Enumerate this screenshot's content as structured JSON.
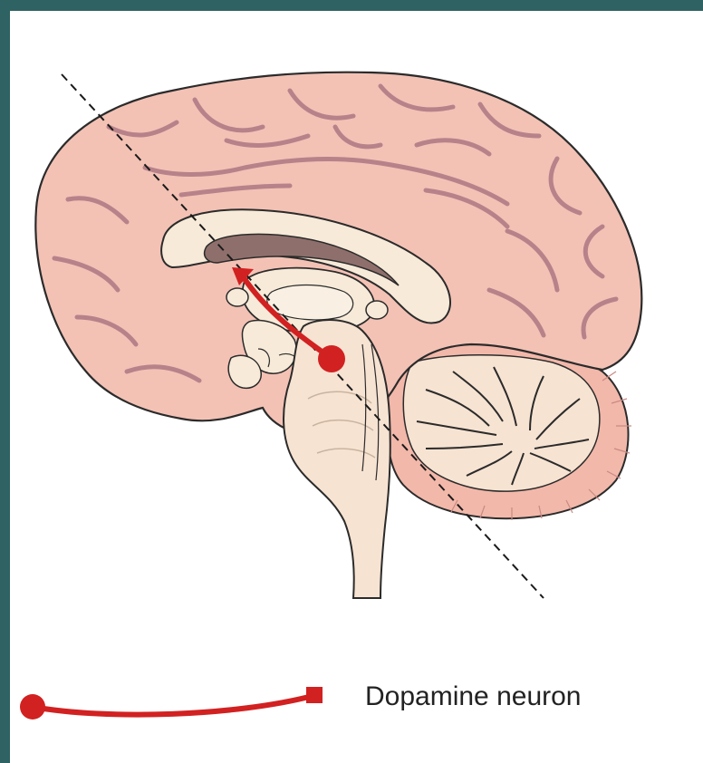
{
  "legend": {
    "label": "Dopamine neuron"
  },
  "colors": {
    "frame": "#2f6262",
    "cortex": "#f3c2b5",
    "cortex_shadow": "#d4a196",
    "sulcus": "#b8828a",
    "inner_structures": "#f7ead8",
    "inner_dark": "#8f6f6c",
    "outline": "#2b2b2b",
    "neuron": "#d22121",
    "section_line": "#1a1a1a"
  },
  "icons": {
    "neuron_body": "filled-circle",
    "neuron_terminal": "filled-square"
  }
}
